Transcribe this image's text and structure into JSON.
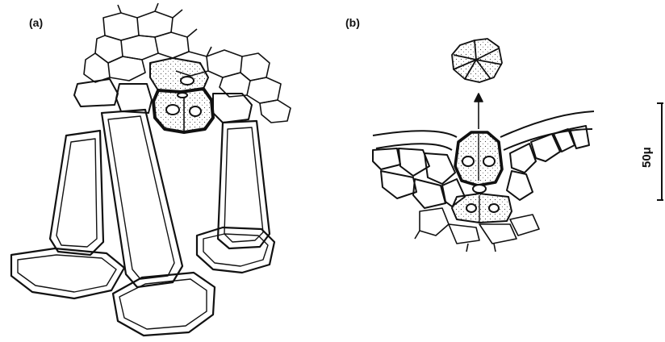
{
  "panels": {
    "a": {
      "label": "(a)"
    },
    "b": {
      "label": "(b)"
    }
  },
  "scale_bar": {
    "label": "50μ"
  },
  "colors": {
    "ink": "#111111",
    "paper": "#ffffff",
    "stipple": "#444444"
  }
}
